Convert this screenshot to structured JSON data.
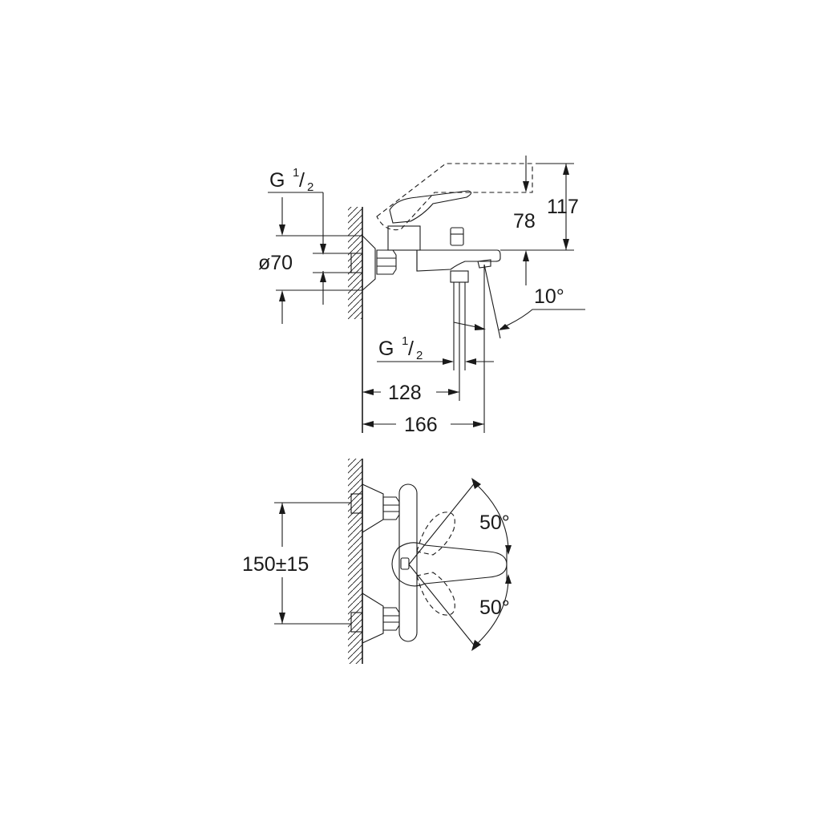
{
  "side_view": {
    "inlet_thread": {
      "main": "G",
      "sup": "1",
      "sub": "2"
    },
    "outlet_thread": {
      "main": "G",
      "sup": "1",
      "sub": "2"
    },
    "rosette_diameter": "ø70",
    "height_total": "117",
    "height_spout": "78",
    "spout_angle": "10°",
    "depth_outlet": "128",
    "depth_total": "166"
  },
  "top_view": {
    "centre_distance": "150±15",
    "lever_angle_up": "50°",
    "lever_angle_down": "50°"
  }
}
